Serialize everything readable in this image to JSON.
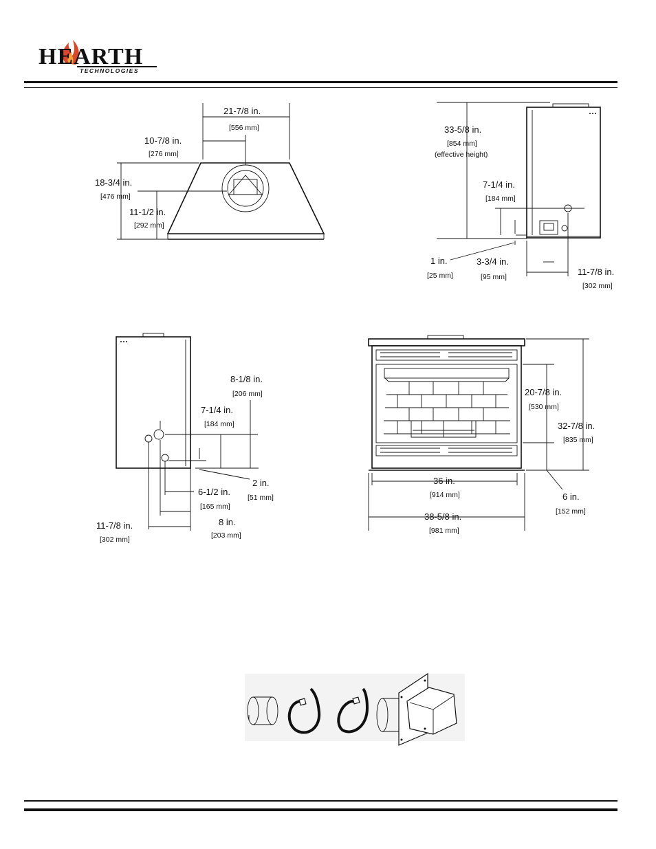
{
  "brand": {
    "word": "HEARTH",
    "sub": "TECHNOLOGIES"
  },
  "dimensions": {
    "top_width": {
      "in": "21-7/8 in.",
      "mm": "[556 mm]"
    },
    "top_vent_offset": {
      "in": "10-7/8 in.",
      "mm": "[276 mm]"
    },
    "top_depth": {
      "in": "18-3/4 in.",
      "mm": "[476 mm]"
    },
    "top_vent_depth": {
      "in": "11-1/2 in.",
      "mm": "[292 mm]"
    },
    "side_height": {
      "in": "33-5/8 in.",
      "mm": "[854 mm]",
      "note": "(effective height)"
    },
    "side_gas_height": {
      "in": "7-1/4 in.",
      "mm": "[184 mm]"
    },
    "side_base": {
      "in": "1 in.",
      "mm": "[25 mm]"
    },
    "side_gas_offset": {
      "in": "3-3/4 in.",
      "mm": "[95 mm]"
    },
    "side_depth": {
      "in": "11-7/8 in.",
      "mm": "[302 mm]"
    },
    "rear_upper": {
      "in": "8-1/8 in.",
      "mm": "[206 mm]"
    },
    "rear_gas_height": {
      "in": "7-1/4 in.",
      "mm": "[184 mm]"
    },
    "rear_low": {
      "in": "2 in.",
      "mm": "[51 mm]"
    },
    "rear_offset_a": {
      "in": "6-1/2 in.",
      "mm": "[165 mm]"
    },
    "rear_offset_b": {
      "in": "8 in.",
      "mm": "[203 mm]"
    },
    "rear_depth": {
      "in": "11-7/8 in.",
      "mm": "[302 mm]"
    },
    "front_opening_h": {
      "in": "20-7/8 in.",
      "mm": "[530 mm]"
    },
    "front_height": {
      "in": "32-7/8 in.",
      "mm": "[835 mm]"
    },
    "front_base": {
      "in": "6 in.",
      "mm": "[152 mm]"
    },
    "front_opening_w": {
      "in": "36 in.",
      "mm": "[914 mm]"
    },
    "front_width": {
      "in": "38-5/8 in.",
      "mm": "[981 mm]"
    }
  }
}
